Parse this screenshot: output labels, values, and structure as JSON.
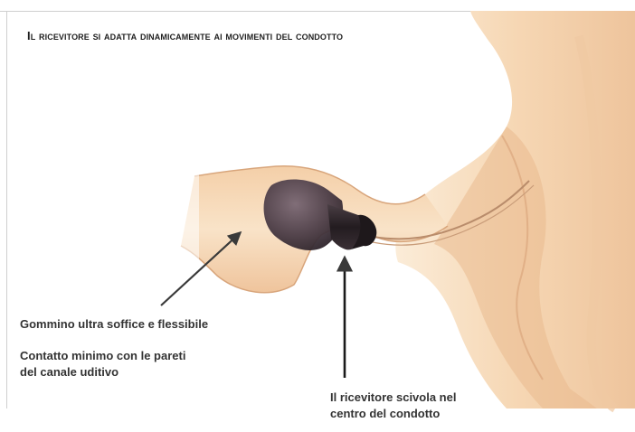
{
  "title": "IL RICEVITORE SI ADATTA DINAMICAMENTE AI MOVIMENTI DEL CONDOTTO",
  "labels": {
    "dome": "Gommino ultra soffice e flessibile",
    "contact_line1": "Contatto minimo con le pareti",
    "contact_line2": "del canale uditivo",
    "receiver_line1": "Il ricevitore scivola nel",
    "receiver_line2": "centro del condotto"
  },
  "colors": {
    "skin_light": "#f8e2c4",
    "skin_mid": "#efc39a",
    "skin_shadow": "#dba57c",
    "dome": "#4a3b45",
    "receiver": "#2a2226",
    "arrow": "#3a3a3a"
  }
}
